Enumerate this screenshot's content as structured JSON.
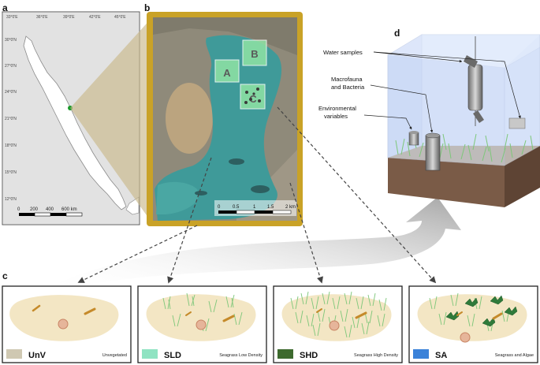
{
  "panels": {
    "a": "a",
    "b": "b",
    "c": "c",
    "d": "d"
  },
  "map_a": {
    "lon_ticks": [
      "33°0'E",
      "36°0'E",
      "39°0'E",
      "42°0'E",
      "45°0'E"
    ],
    "lat_ticks": [
      "30°0'N",
      "27°0'N",
      "24°0'N",
      "21°0'N",
      "18°0'N",
      "15°0'N",
      "12°0'N"
    ],
    "scale_labels": [
      "0",
      "200",
      "400",
      "600 km"
    ],
    "site_color": "#1a9a2a"
  },
  "map_b": {
    "sites": [
      "A",
      "B",
      "C"
    ],
    "scale_labels": [
      "0",
      "0.5",
      "1",
      "1.5",
      "2 km"
    ],
    "frame_color": "#c9a227"
  },
  "diagram_d": {
    "labels": {
      "water": "Water samples",
      "macro_line1": "Macrofauna",
      "macro_line2": "and Bacteria",
      "env_line1": "Environmental",
      "env_line2": "variables"
    }
  },
  "habitats": [
    {
      "code": "UnV",
      "name": "Unvegetated",
      "color": "#cfc8b2"
    },
    {
      "code": "SLD",
      "name": "Seagrass Low Density",
      "color": "#8fe3c2"
    },
    {
      "code": "SHD",
      "name": "Seagrass High Density",
      "color": "#3d6a2e"
    },
    {
      "code": "SA",
      "name": "Seagrass and Algae",
      "color": "#3b82d9"
    }
  ]
}
